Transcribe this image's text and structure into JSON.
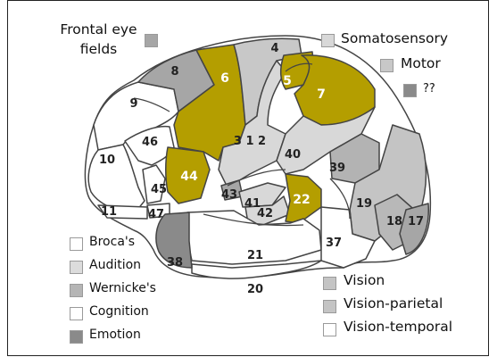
{
  "colors": {
    "gold": "#b49e00",
    "light_gray": "#d8d8d8",
    "mid_gray": "#b3b3b3",
    "dark_gray": "#8f8f8f",
    "white": "#ffffff",
    "outline": "#444444"
  },
  "top_legend": {
    "frontal_eye_fields": "Frontal eye\nfields",
    "somatosensory": "Somatosensory",
    "motor": "Motor",
    "unknown": "??"
  },
  "bottom_left_legend": [
    {
      "label": "Broca's",
      "color": "#ffffff"
    },
    {
      "label": "Audition",
      "color": "#dcdcdc"
    },
    {
      "label": "Wernicke's",
      "color": "#b5b5b5"
    },
    {
      "label": "Cognition",
      "color": "#ffffff"
    },
    {
      "label": "Emotion",
      "color": "#8a8a8a"
    }
  ],
  "bottom_right_legend": [
    {
      "label": "Vision",
      "color": "#c4c4c4"
    },
    {
      "label": "Vision-parietal",
      "color": "#c4c4c4"
    },
    {
      "label": "Vision-temporal",
      "color": "#ffffff"
    }
  ],
  "areas": {
    "a4": "4",
    "a5": "5",
    "a6": "6",
    "a7": "7",
    "a8": "8",
    "a9": "9",
    "a10": "10",
    "a11": "11",
    "a17": "17",
    "a18": "18",
    "a19": "19",
    "a20": "20",
    "a21": "21",
    "a22": "22",
    "a312": "3 1 2",
    "a37": "37",
    "a38": "38",
    "a39": "39",
    "a40": "40",
    "a41": "41",
    "a42": "42",
    "a43": "43",
    "a44": "44",
    "a45": "45",
    "a46": "46",
    "a47": "47"
  }
}
